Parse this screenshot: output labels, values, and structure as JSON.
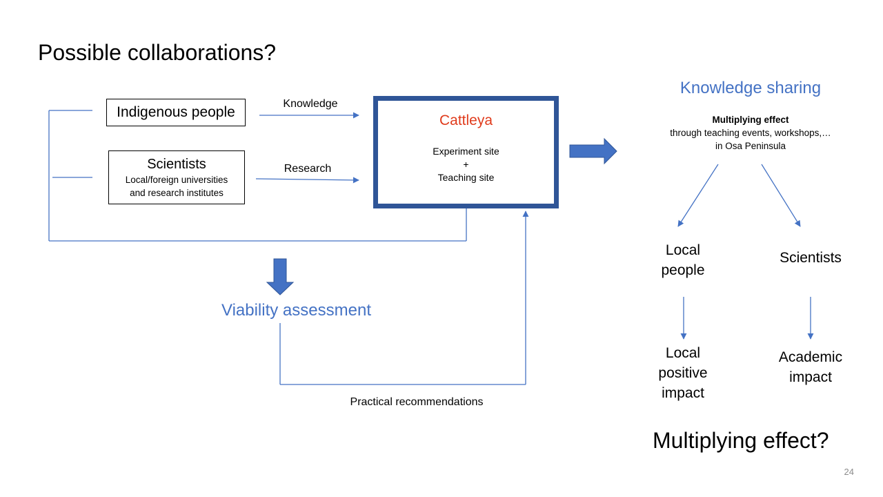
{
  "slide": {
    "title": "Possible collaborations?",
    "page_number": "24"
  },
  "diagram": {
    "indigenous": "Indigenous people",
    "scientists": {
      "title": "Scientists",
      "line1": "Local/foreign universities",
      "line2": "and research institutes"
    },
    "knowledge_label": "Knowledge",
    "research_label": "Research",
    "cattleya": {
      "name": "Cattleya",
      "line1": "Experiment site",
      "line2": "+",
      "line3": "Teaching site"
    },
    "viability": "Viability assessment",
    "practical": "Practical recommendations",
    "knowledge_sharing": "Knowledge sharing",
    "multiplying": {
      "bold": "Multiplying effect",
      "line2": "through teaching events, workshops,…",
      "line3": "in Osa Peninsula"
    },
    "local_people": {
      "line1": "Local",
      "line2": "people"
    },
    "scientists_right": "Scientists",
    "local_impact": {
      "line1": "Local",
      "line2": "positive",
      "line3": "impact"
    },
    "academic_impact": {
      "line1": "Academic",
      "line2": "impact"
    },
    "multiplying_question": "Multiplying effect?"
  },
  "colors": {
    "accent": "#4472c4",
    "frame": "#2f5597",
    "cattleya_text": "#e03b1c"
  }
}
